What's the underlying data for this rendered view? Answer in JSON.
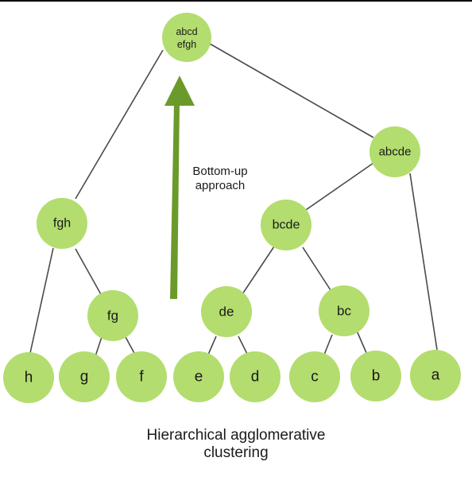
{
  "colors": {
    "node_fill": "#b3dd6e",
    "arrow_fill": "#6b9a2a",
    "edge": "#4a4a4a"
  },
  "arrow_label": {
    "line1": "Bottom-up",
    "line2": "approach"
  },
  "caption": {
    "line1": "Hierarchical agglomerative",
    "line2": "clustering"
  },
  "nodes": {
    "root": {
      "line1": "abcd",
      "line2": "efgh"
    },
    "abcde": "abcde",
    "fgh": "fgh",
    "bcde": "bcde",
    "fg": "fg",
    "de": "de",
    "bc": "bc",
    "h": "h",
    "g": "g",
    "f": "f",
    "e": "e",
    "d": "d",
    "c": "c",
    "b": "b",
    "a": "a"
  }
}
